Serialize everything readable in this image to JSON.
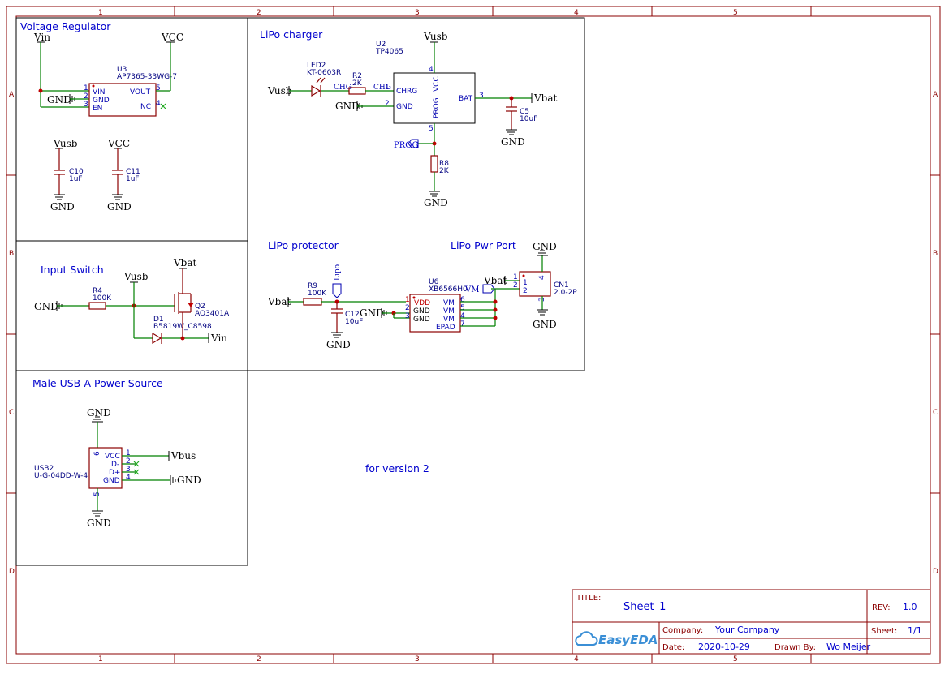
{
  "frame": {
    "cols": [
      "1",
      "2",
      "3",
      "4",
      "5"
    ],
    "rows": [
      "A",
      "B",
      "C",
      "D"
    ]
  },
  "sections": {
    "vreg": "Voltage Regulator",
    "charger": "LiPo charger",
    "input_switch": "Input Switch",
    "protector": "LiPo protector",
    "pwr_port": "LiPo Pwr Port",
    "usb_source": "Male USB-A Power Source",
    "note": "for version 2"
  },
  "nets": {
    "vin": "Vin",
    "vcc": "VCC",
    "gnd": "GND",
    "vusb": "Vusb",
    "vbat": "Vbat",
    "vbus": "Vbus",
    "chg": "CHG",
    "prog": "PROG",
    "vm": "VM",
    "lipo": "Lipo"
  },
  "parts": {
    "u3": {
      "ref": "U3",
      "val": "AP7365-33WG-7",
      "pins": [
        "VIN",
        "GND",
        "EN",
        "VOUT",
        "NC"
      ],
      "nums": [
        "1",
        "2",
        "3",
        "5",
        "4"
      ]
    },
    "c10": {
      "ref": "C10",
      "val": "1uF"
    },
    "c11": {
      "ref": "C11",
      "val": "1uF"
    },
    "u2": {
      "ref": "U2",
      "val": "TP4065",
      "pins": [
        "CHRG",
        "GND",
        "VCC",
        "PROG",
        "BAT"
      ],
      "nums": [
        "1",
        "2",
        "4",
        "5",
        "3"
      ]
    },
    "led2": {
      "ref": "LED2",
      "val": "KT-0603R"
    },
    "r2": {
      "ref": "R2",
      "val": "2K"
    },
    "r8": {
      "ref": "R8",
      "val": "2K"
    },
    "c5": {
      "ref": "C5",
      "val": "10uF"
    },
    "r4": {
      "ref": "R4",
      "val": "100K"
    },
    "q2": {
      "ref": "Q2",
      "val": "AO3401A"
    },
    "d1": {
      "ref": "D1",
      "val": "B5819W_C8598"
    },
    "r9": {
      "ref": "R9",
      "val": "100K"
    },
    "c12": {
      "ref": "C12",
      "val": "10uF"
    },
    "u6": {
      "ref": "U6",
      "val": "XB6566H0",
      "pins": [
        "VDD",
        "GND",
        "GND",
        "VM",
        "VM",
        "VM",
        "EPAD"
      ],
      "nums": [
        "1",
        "2",
        "3",
        "6",
        "5",
        "4",
        "7"
      ]
    },
    "cn1": {
      "ref": "CN1",
      "val": "2.0-2P",
      "nums": [
        "1",
        "2",
        "4",
        "3"
      ]
    },
    "usb2": {
      "ref": "USB2",
      "val": "U-G-04DD-W-4",
      "pins": [
        "VCC",
        "D-",
        "D+",
        "GND"
      ],
      "nums": [
        "1",
        "2",
        "3",
        "4",
        "6",
        "5"
      ]
    }
  },
  "titleblock": {
    "title_label": "TITLE:",
    "title": "Sheet_1",
    "rev_label": "REV:",
    "rev": "1.0",
    "company_label": "Company:",
    "company": "Your Company",
    "sheet_label": "Sheet:",
    "sheet": "1/1",
    "date_label": "Date:",
    "date": "2020-10-29",
    "drawn_label": "Drawn By:",
    "drawn": "Wo Meijer",
    "logo": "EasyEDA",
    "logo_icon": "cloud-icon"
  }
}
